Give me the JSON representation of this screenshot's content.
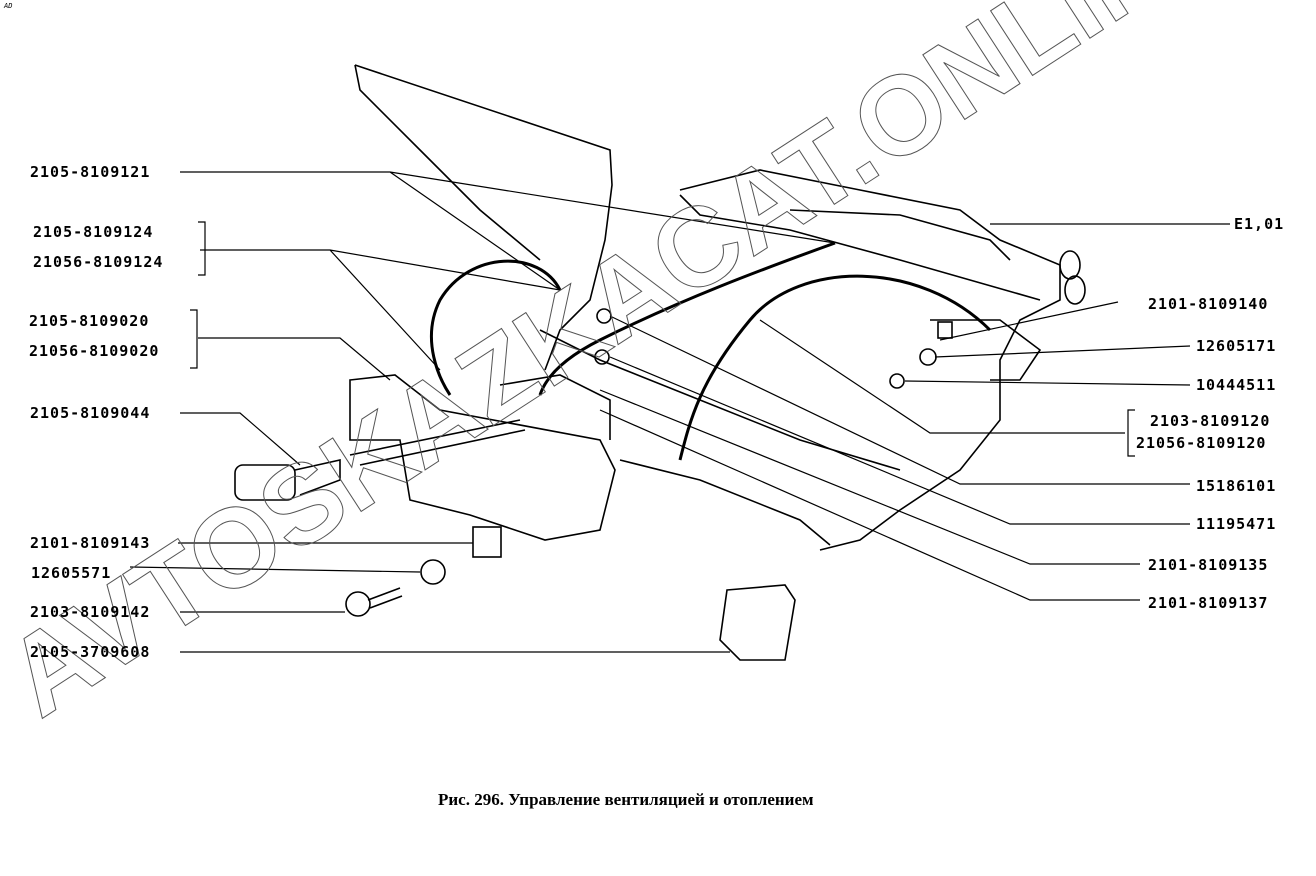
{
  "corner_mark": "AD",
  "caption": "Рис. 296. Управление вентиляцией и отоплением",
  "watermark": "AVTOSKAZKACAT.ONLINE",
  "labels_left": [
    "2105-8109121",
    "2105-8109124",
    "21056-8109124",
    "2105-8109020",
    "21056-8109020",
    "2105-8109044",
    "2101-8109143",
    "12605571",
    "2103-8109142",
    "2105-3709608"
  ],
  "labels_right": [
    "E1,01",
    "2101-8109140",
    "12605171",
    "10444511",
    "2103-8109120",
    "21056-8109120",
    "15186101",
    "11195471",
    "2101-8109135",
    "2101-8109137"
  ]
}
